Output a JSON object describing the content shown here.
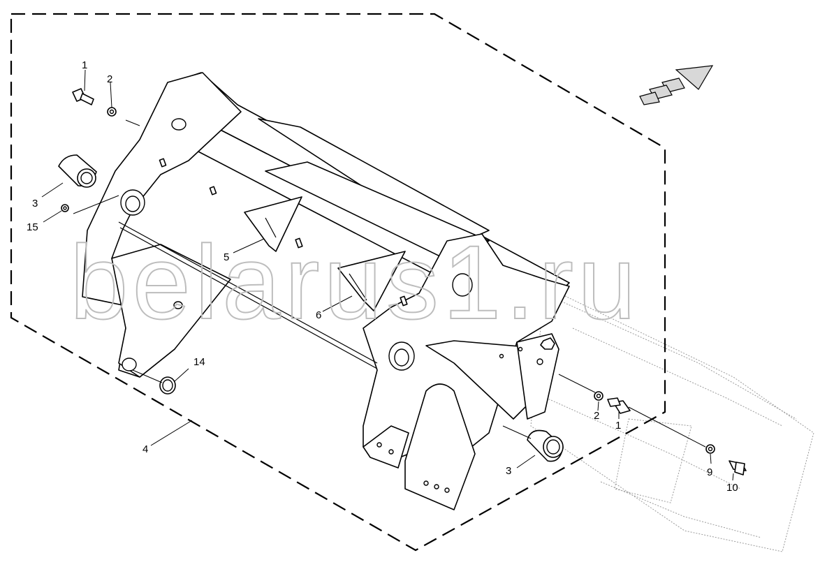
{
  "watermark": "belarus1.ru",
  "callouts": {
    "c1_top": "1",
    "c2_top": "2",
    "c3_left": "3",
    "c15": "15",
    "c5": "5",
    "c6": "6",
    "c14": "14",
    "c4": "4",
    "c2_right": "2",
    "c1_right": "1",
    "c3_bottom": "3",
    "c9": "9",
    "c10": "10"
  }
}
